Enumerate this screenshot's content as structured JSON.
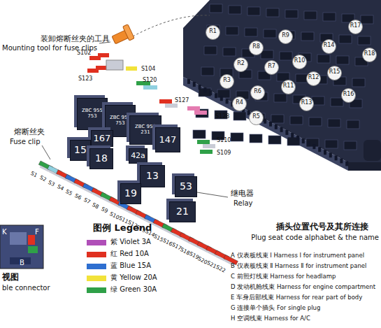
{
  "diagram": {
    "nodes": [
      {
        "text": [
          "ZBC 955 753"
        ]
      },
      {
        "text": [
          "ZBC 955 753"
        ]
      },
      {
        "text": [
          "167"
        ]
      },
      {
        "text": [
          "ZBC 959 231"
        ]
      },
      {
        "text": [
          "147"
        ]
      },
      {
        "text": [
          "15"
        ]
      },
      {
        "text": [
          "18"
        ]
      },
      {
        "text": [
          "42a"
        ]
      },
      {
        "text": [
          "13"
        ]
      },
      {
        "text": [
          "53"
        ]
      },
      {
        "text": [
          "19"
        ]
      },
      {
        "text": [
          "21"
        ]
      }
    ],
    "labels": [
      "装卸熔断丝夹的工具",
      "Mounting tool for fuse clips",
      "熔断丝夹",
      "Fuse clip",
      "继电器",
      "Relay",
      "图例 Legend",
      "插头位置代号及其所连接",
      "Plug seat code alphabet & the name",
      "A 仪表板线束 Ⅰ Harness Ⅰ for instrument panel",
      "B 仪表板线束 Ⅱ Harness Ⅱ for instrument panel",
      "C 前照灯线束 Harness for headlamp",
      "D 发动机舱线束 Harness for engine compartment",
      "E 车身后部线束 Harness for rear part of body",
      "G 连接单个插头 For single plug",
      "H 空调线束 Harness for A/C",
      "视图",
      "ble connector",
      "K",
      "B",
      "F",
      "S102",
      "S123",
      "S104",
      "S120",
      "S127",
      "S128",
      "S110",
      "S109",
      "S1",
      "S2",
      "S3",
      "S4",
      "S5",
      "S6",
      "S7",
      "S8",
      "S9",
      "S10",
      "S11",
      "S12",
      "S13",
      "S14",
      "S15",
      "S16",
      "S17",
      "S18",
      "S19",
      "S20",
      "S21",
      "S22",
      "R1",
      "R2",
      "R3",
      "R4",
      "R5",
      "R6",
      "R7",
      "R8",
      "R9",
      "R10",
      "R11",
      "R12",
      "R13",
      "R14",
      "R15",
      "R16",
      "R17",
      "R18"
    ],
    "legend": [
      {
        "text": "紫 Violet 3A",
        "color": "#b04fb8"
      },
      {
        "text": "红 Red 10A",
        "color": "#e03020"
      },
      {
        "text": "蓝 Blue 15A",
        "color": "#2e6fd0"
      },
      {
        "text": "黄 Yellow 20A",
        "color": "#f2e23a"
      },
      {
        "text": "绿 Green 30A",
        "color": "#2fa048"
      }
    ]
  }
}
